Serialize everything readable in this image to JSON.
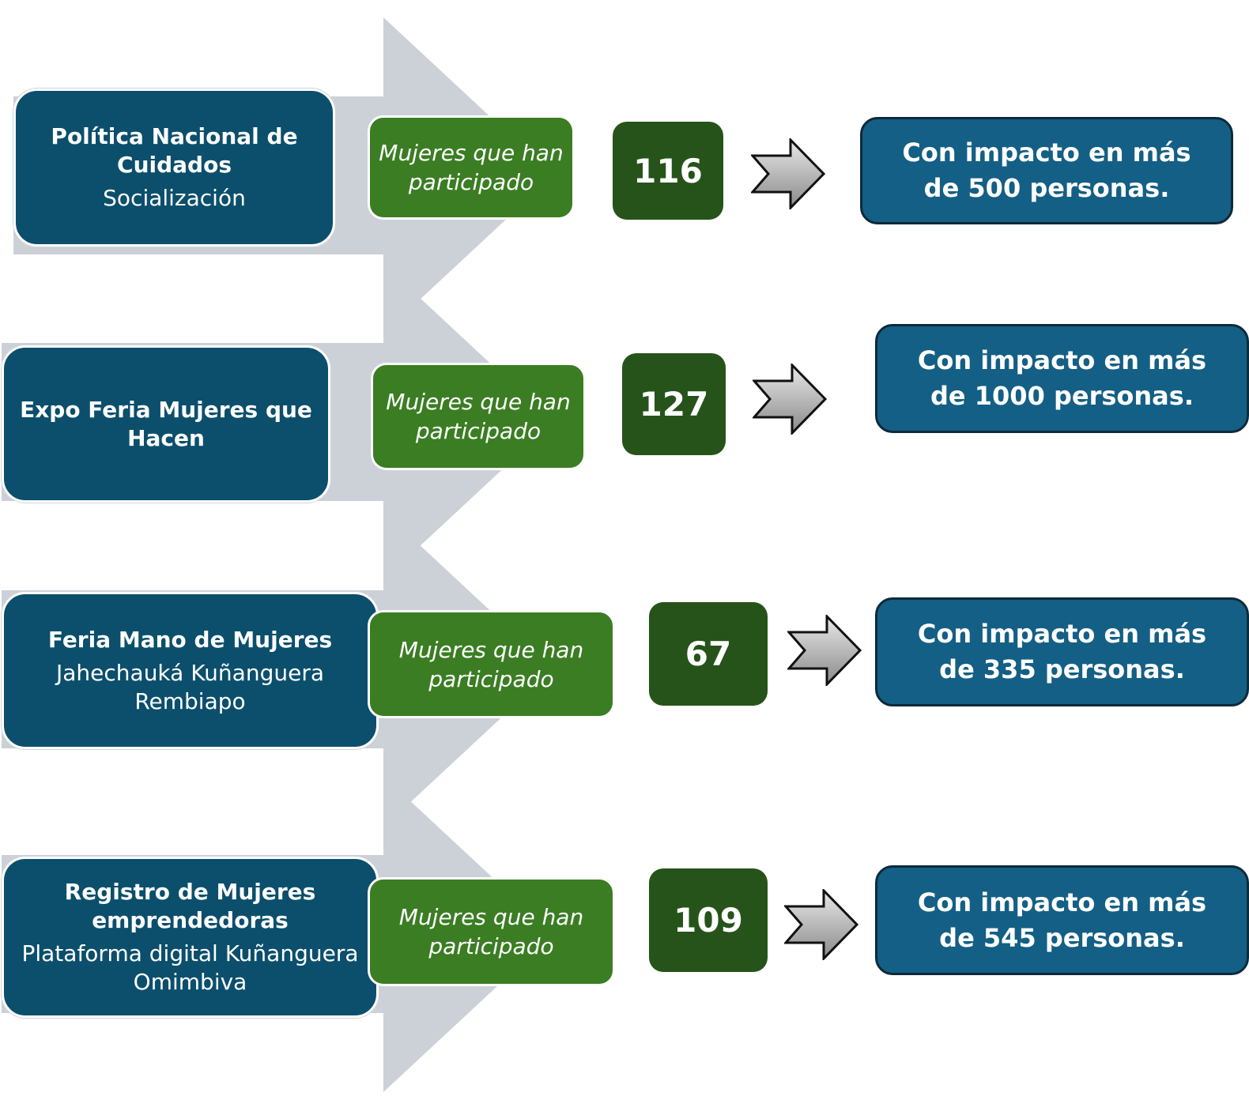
{
  "colors": {
    "program": "#0b4f6c",
    "women": "#3b7d23",
    "count": "#26531a",
    "impact": "#145f85",
    "background_arrow": "#ccd1d8",
    "mini_arrow": "#9a9a9a"
  },
  "rows": [
    {
      "program_title": "Política Nacional de Cuidados",
      "program_subtitle": "Socialización",
      "women_label": "Mujeres que han participado",
      "count": "116",
      "impact": "Con impacto en más de 500 personas."
    },
    {
      "program_title": "Expo Feria Mujeres que Hacen",
      "program_subtitle": "",
      "women_label": "Mujeres que han participado",
      "count": "127",
      "impact": "Con impacto en más de 1000 personas."
    },
    {
      "program_title": "Feria Mano de Mujeres",
      "program_subtitle": "Jahechauká Kuñanguera Rembiapo",
      "women_label": "Mujeres que han participado",
      "count": "67",
      "impact": "Con impacto en más de 335 personas."
    },
    {
      "program_title": "Registro de Mujeres emprendedoras",
      "program_subtitle": "Plataforma digital Kuñanguera Omimbiva",
      "women_label": "Mujeres que han participado",
      "count": "109",
      "impact": "Con impacto en más de 545 personas."
    }
  ]
}
